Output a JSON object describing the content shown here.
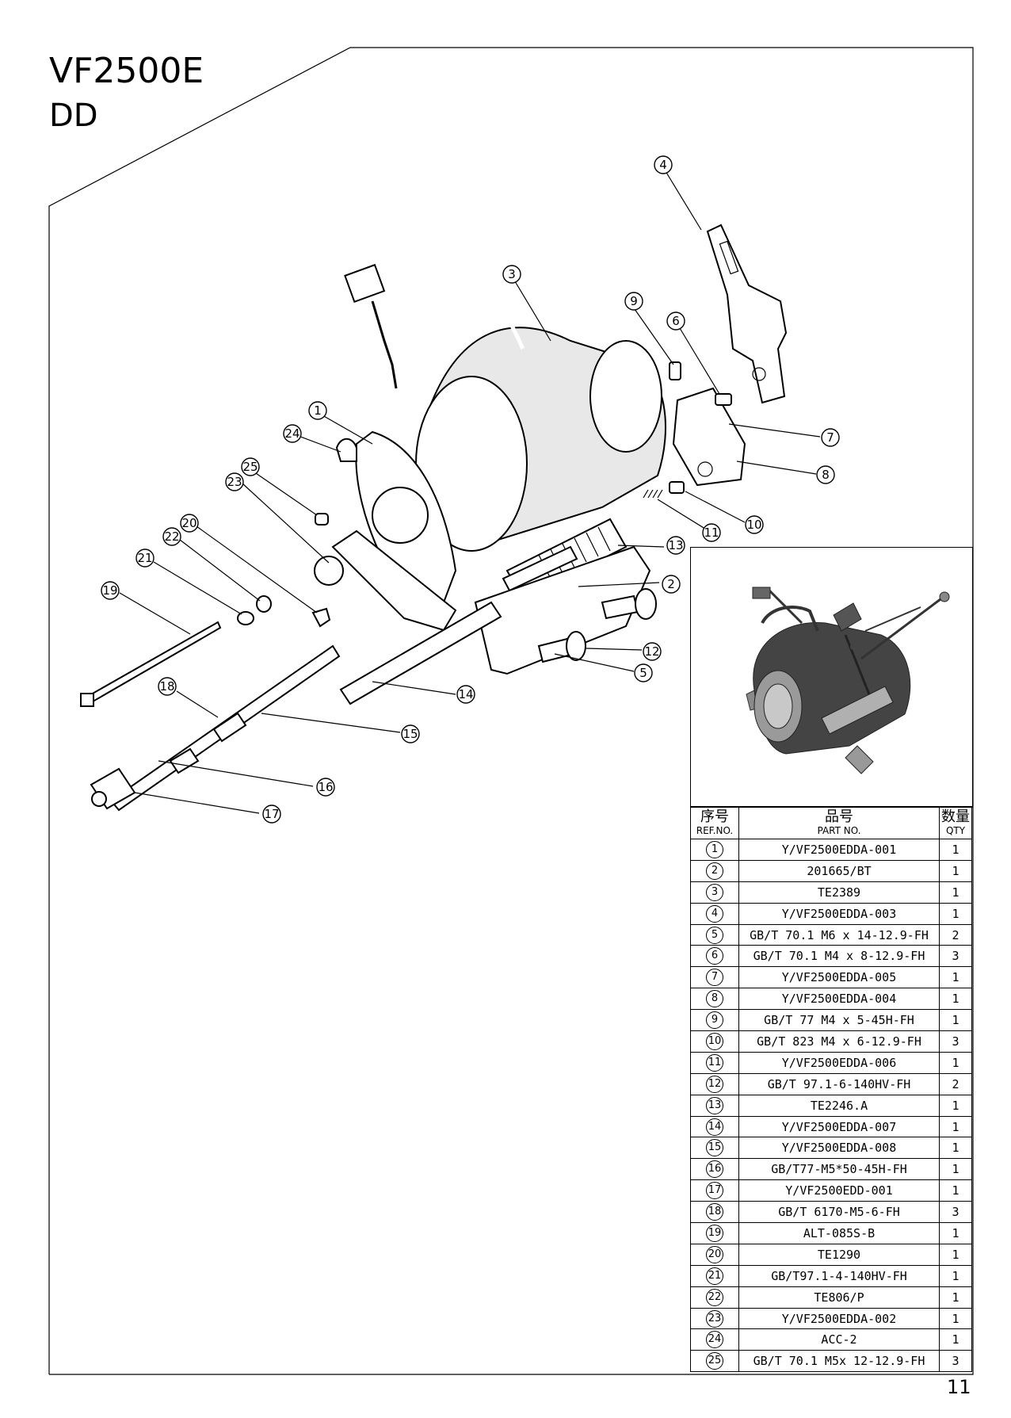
{
  "title": {
    "model": "VF2500E",
    "subtitle": "DD"
  },
  "page_number": "11",
  "callouts": [
    "1",
    "2",
    "3",
    "4",
    "5",
    "6",
    "7",
    "8",
    "9",
    "10",
    "11",
    "12",
    "13",
    "14",
    "15",
    "16",
    "17",
    "18",
    "19",
    "20",
    "21",
    "22",
    "23",
    "24",
    "25"
  ],
  "table": {
    "headers": {
      "ref_cn": "序号",
      "ref_en": "REF.NO.",
      "part_cn": "品号",
      "part_en": "PART NO.",
      "qty_cn": "数量",
      "qty_en": "QTY"
    },
    "rows": [
      {
        "ref": "1",
        "part": "Y/VF2500EDDA-001",
        "qty": "1"
      },
      {
        "ref": "2",
        "part": "201665/BT",
        "qty": "1"
      },
      {
        "ref": "3",
        "part": "TE2389",
        "qty": "1"
      },
      {
        "ref": "4",
        "part": "Y/VF2500EDDA-003",
        "qty": "1"
      },
      {
        "ref": "5",
        "part": "GB/T 70.1 M6 x 14-12.9-FH",
        "qty": "2"
      },
      {
        "ref": "6",
        "part": "GB/T 70.1 M4 x 8-12.9-FH",
        "qty": "3"
      },
      {
        "ref": "7",
        "part": "Y/VF2500EDDA-005",
        "qty": "1"
      },
      {
        "ref": "8",
        "part": "Y/VF2500EDDA-004",
        "qty": "1"
      },
      {
        "ref": "9",
        "part": "GB/T 77 M4 x 5-45H-FH",
        "qty": "1"
      },
      {
        "ref": "10",
        "part": "GB/T 823 M4 x 6-12.9-FH",
        "qty": "3"
      },
      {
        "ref": "11",
        "part": "Y/VF2500EDDA-006",
        "qty": "1"
      },
      {
        "ref": "12",
        "part": "GB/T 97.1-6-140HV-FH",
        "qty": "2"
      },
      {
        "ref": "13",
        "part": "TE2246.A",
        "qty": "1"
      },
      {
        "ref": "14",
        "part": "Y/VF2500EDDA-007",
        "qty": "1"
      },
      {
        "ref": "15",
        "part": "Y/VF2500EDDA-008",
        "qty": "1"
      },
      {
        "ref": "16",
        "part": "GB/T77-M5*50-45H-FH",
        "qty": "1"
      },
      {
        "ref": "17",
        "part": "Y/VF2500EDD-001",
        "qty": "1"
      },
      {
        "ref": "18",
        "part": "GB/T 6170-M5-6-FH",
        "qty": "3"
      },
      {
        "ref": "19",
        "part": "ALT-085S-B",
        "qty": "1"
      },
      {
        "ref": "20",
        "part": "TE1290",
        "qty": "1"
      },
      {
        "ref": "21",
        "part": "GB/T97.1-4-140HV-FH",
        "qty": "1"
      },
      {
        "ref": "22",
        "part": "TE806/P",
        "qty": "1"
      },
      {
        "ref": "23",
        "part": "Y/VF2500EDDA-002",
        "qty": "1"
      },
      {
        "ref": "24",
        "part": "ACC-2",
        "qty": "1"
      },
      {
        "ref": "25",
        "part": "GB/T 70.1 M5x 12-12.9-FH",
        "qty": "3"
      }
    ]
  }
}
